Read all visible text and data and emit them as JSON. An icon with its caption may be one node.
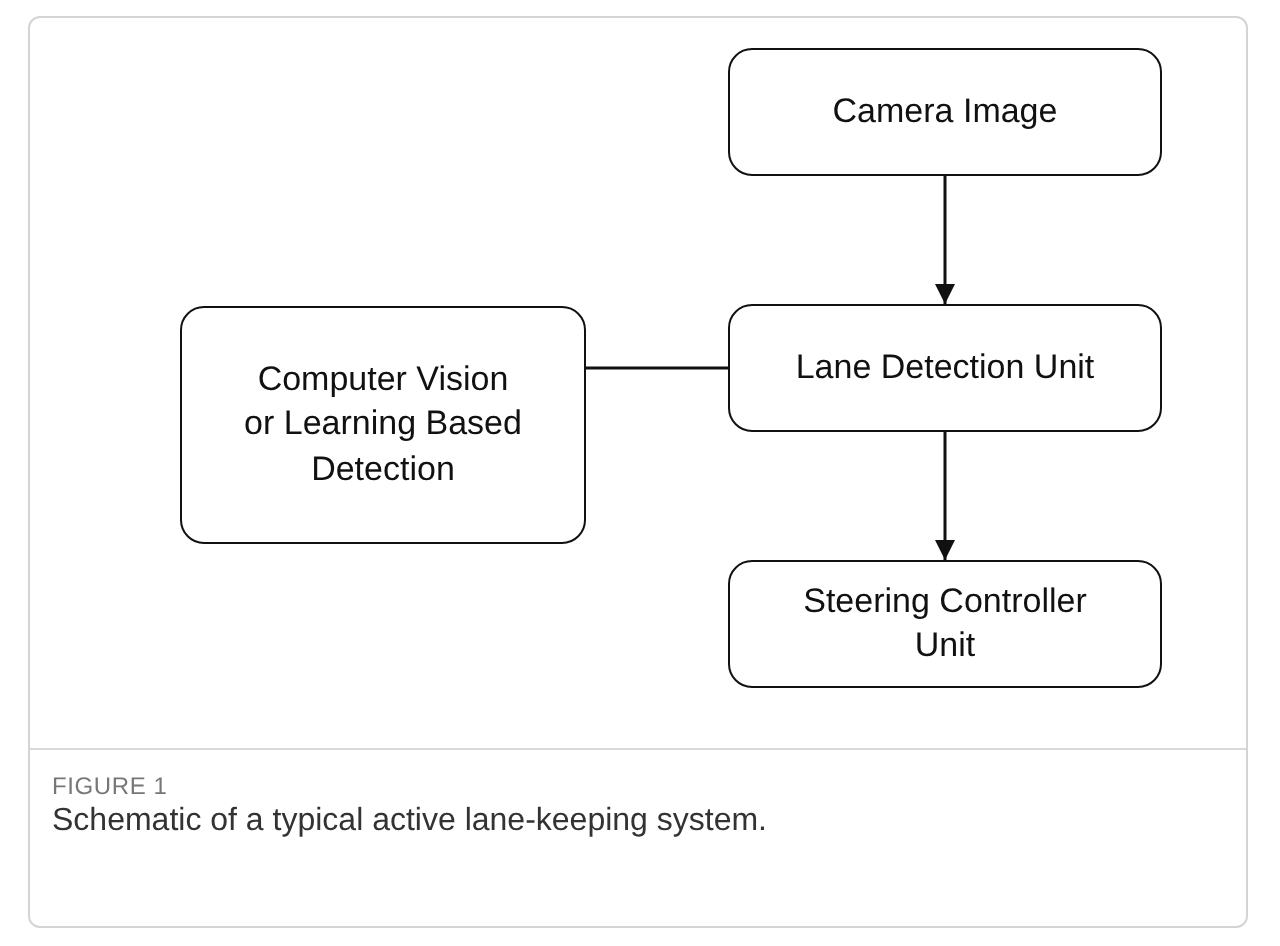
{
  "diagram": {
    "caption": "Schematic of a typical active lane-keeping system.",
    "nodes": [
      {
        "text": [
          "Camera Image"
        ]
      },
      {
        "text": [
          "Computer Vision or Learning Based Detection"
        ]
      },
      {
        "text": [
          "Lane Detection Unit"
        ]
      },
      {
        "text": [
          "Steering Controller Unit"
        ]
      }
    ],
    "edges": [
      {
        "from": 0,
        "to": 2,
        "arrow": "to"
      },
      {
        "from": 1,
        "to": 2,
        "arrow": "none"
      },
      {
        "from": 2,
        "to": 3,
        "arrow": "to"
      }
    ],
    "labels": [
      "FIGURE 1"
    ]
  }
}
